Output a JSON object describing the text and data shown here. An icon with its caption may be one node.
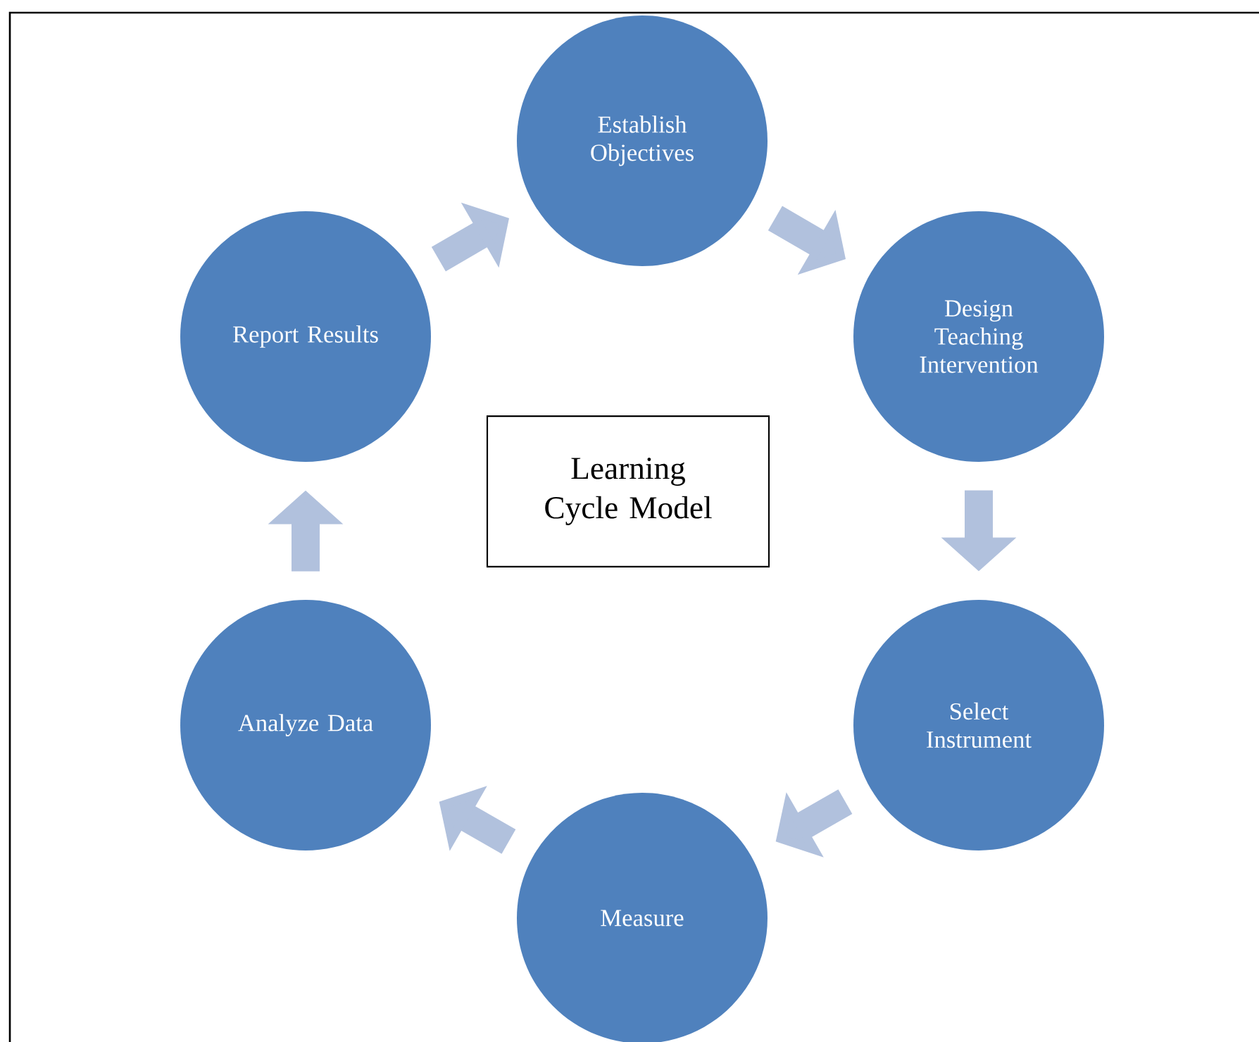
{
  "diagram": {
    "nodes": [
      {
        "text": [
          "Establish Objectives"
        ]
      },
      {
        "text": [
          "Design Teaching Intervention"
        ]
      },
      {
        "text": [
          "Select Instrument"
        ]
      },
      {
        "text": [
          "Measure"
        ]
      },
      {
        "text": [
          "Analyze Data"
        ]
      },
      {
        "text": [
          "Report Results"
        ]
      },
      {
        "text": [
          "Learning Cycle Model"
        ]
      }
    ],
    "edges": [
      {
        "from": 0,
        "to": 1,
        "arrow": "to"
      },
      {
        "from": 1,
        "to": 2,
        "arrow": "to"
      },
      {
        "from": 2,
        "to": 3,
        "arrow": "to"
      },
      {
        "from": 3,
        "to": 4,
        "arrow": "to"
      },
      {
        "from": 4,
        "to": 5,
        "arrow": "to"
      },
      {
        "from": 5,
        "to": 0,
        "arrow": "to"
      }
    ]
  }
}
